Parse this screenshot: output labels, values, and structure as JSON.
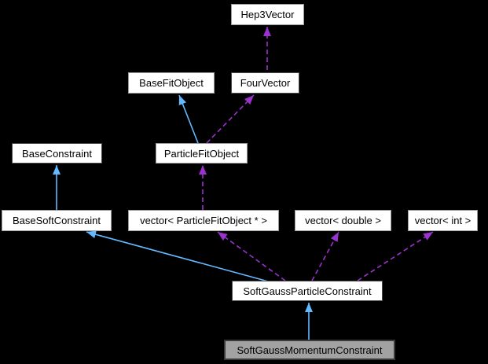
{
  "diagram": {
    "type": "doxygen-collaboration-graph",
    "colors": {
      "background": "#000000",
      "node_fill": "#ffffff",
      "node_border": "#9c9c9c",
      "node_border_dark": "#4a4a4a",
      "current_node_fill": "#a2a2a2",
      "current_node_border": "#3a3a3a",
      "inheritance_arrow": "#63b8ff",
      "usage_arrow": "#9a32cd",
      "text": "#000000"
    },
    "nodes": [
      {
        "label": "Hep3Vector"
      },
      {
        "label": "BaseFitObject"
      },
      {
        "label": "FourVector"
      },
      {
        "label": "BaseConstraint"
      },
      {
        "label": "ParticleFitObject"
      },
      {
        "label": "BaseSoftConstraint"
      },
      {
        "label": "vector< ParticleFitObject * >"
      },
      {
        "label": "vector< double >"
      },
      {
        "label": "vector< int >"
      },
      {
        "label": "SoftGaussParticleConstraint"
      },
      {
        "label": "SoftGaussMomentumConstraint",
        "current": true
      }
    ],
    "edges": [
      {
        "from": "FourVector",
        "to": "Hep3Vector",
        "relation": "usage"
      },
      {
        "from": "ParticleFitObject",
        "to": "BaseFitObject",
        "relation": "inheritance"
      },
      {
        "from": "ParticleFitObject",
        "to": "FourVector",
        "relation": "usage"
      },
      {
        "from": "BaseSoftConstraint",
        "to": "BaseConstraint",
        "relation": "inheritance"
      },
      {
        "from": "vector< ParticleFitObject * >",
        "to": "ParticleFitObject",
        "relation": "usage"
      },
      {
        "from": "SoftGaussParticleConstraint",
        "to": "BaseSoftConstraint",
        "relation": "inheritance"
      },
      {
        "from": "SoftGaussParticleConstraint",
        "to": "vector< ParticleFitObject * >",
        "relation": "usage"
      },
      {
        "from": "SoftGaussParticleConstraint",
        "to": "vector< double >",
        "relation": "usage"
      },
      {
        "from": "SoftGaussParticleConstraint",
        "to": "vector< int >",
        "relation": "usage"
      },
      {
        "from": "SoftGaussMomentumConstraint",
        "to": "SoftGaussParticleConstraint",
        "relation": "inheritance"
      }
    ]
  }
}
